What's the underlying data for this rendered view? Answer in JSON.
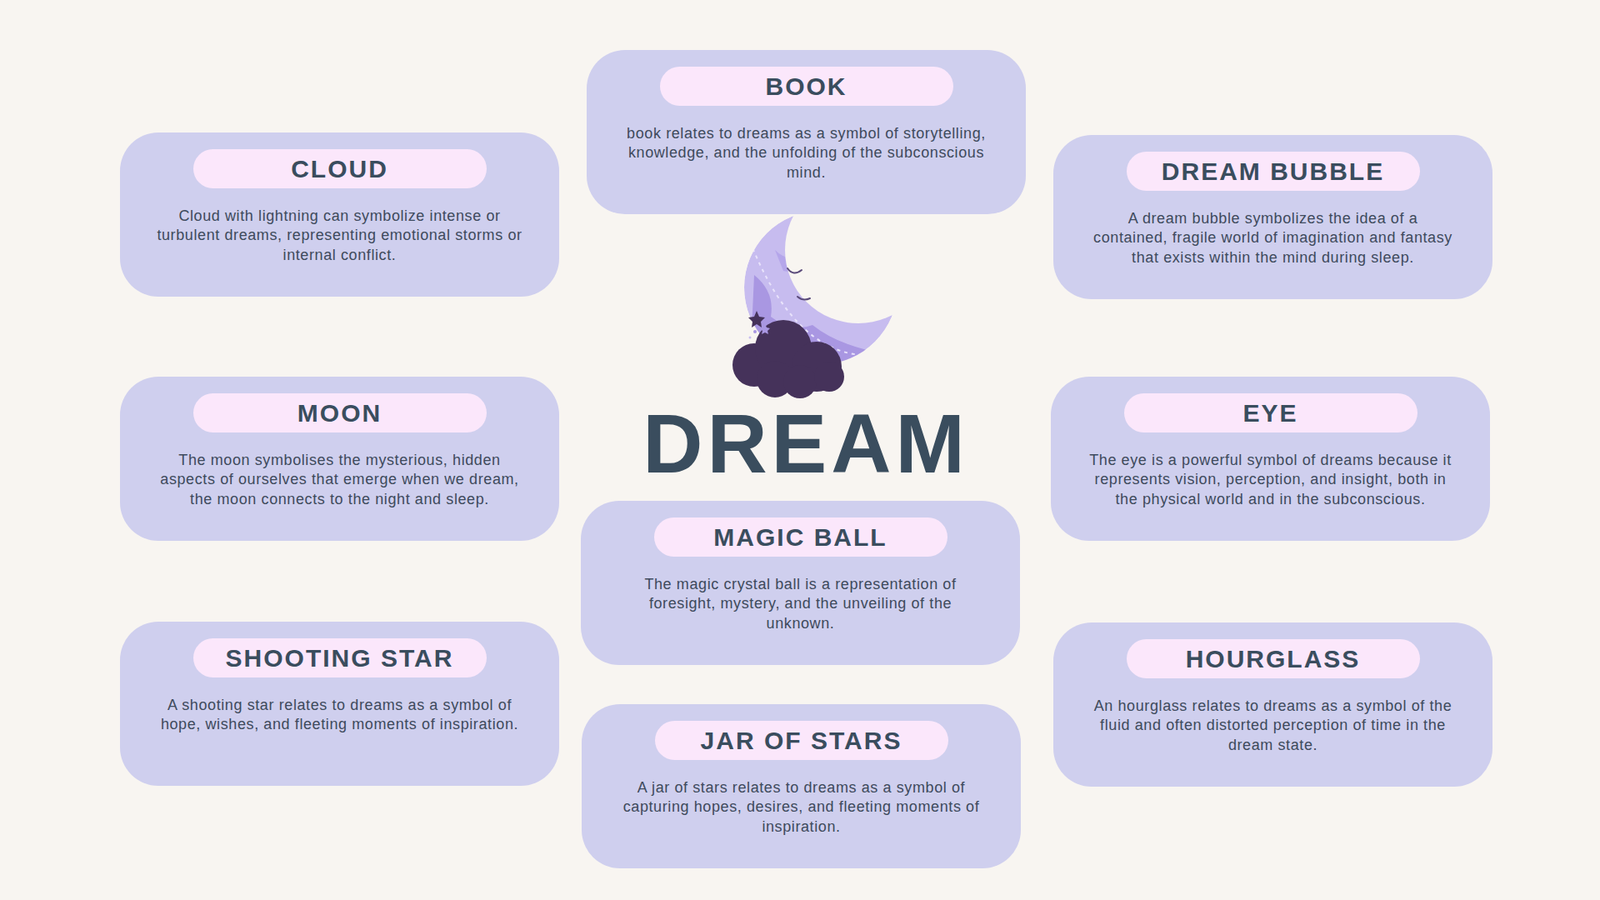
{
  "diagram": {
    "title": "DREAM",
    "nodes": [
      {
        "text": [
          "BOOK",
          "book relates to dreams as a symbol of storytelling, knowledge, and the unfolding of the subconscious mind."
        ]
      },
      {
        "text": [
          "CLOUD",
          "Cloud with lightning can symbolize intense or turbulent dreams, representing emotional storms or internal conflict."
        ]
      },
      {
        "text": [
          "DREAM BUBBLE",
          "A dream bubble symbolizes the idea of a contained, fragile world of imagination and fantasy that exists within the mind during sleep."
        ]
      },
      {
        "text": [
          "MOON",
          "The moon symbolises the mysterious, hidden aspects of ourselves that emerge when we dream, the moon connects to the night and sleep."
        ]
      },
      {
        "text": [
          "EYE",
          "The eye is a powerful symbol of dreams because it represents vision, perception, and insight, both in the physical world and in the subconscious."
        ]
      },
      {
        "text": [
          "MAGIC BALL",
          "The magic crystal ball is a representation of foresight, mystery, and the unveiling of the unknown."
        ]
      },
      {
        "text": [
          "SHOOTING STAR",
          "A shooting star relates to dreams as a symbol of hope, wishes, and fleeting moments of inspiration."
        ]
      },
      {
        "text": [
          "HOURGLASS",
          "An hourglass relates to dreams as a symbol of the fluid and often distorted perception of time in the dream state."
        ]
      },
      {
        "text": [
          "JAR OF STARS",
          "A jar of stars relates to dreams as a symbol of capturing hopes, desires, and fleeting moments of inspiration."
        ]
      }
    ]
  }
}
